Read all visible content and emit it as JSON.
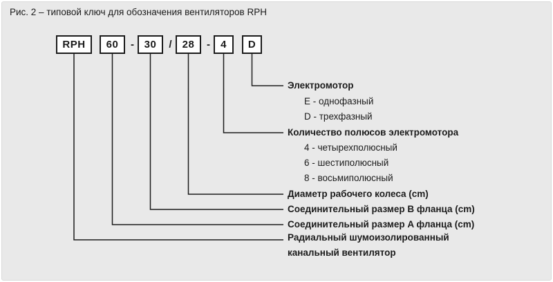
{
  "title": "Рис. 2 – типовой ключ для обозначения вентиляторов RPH",
  "code": {
    "series": "RPH",
    "flange_size_a": "60",
    "sep_dash_1": "-",
    "flange_size_b": "30",
    "sep_slash": "/",
    "wheel_diameter": "28",
    "sep_dash_2": "-",
    "poles": "4",
    "motor": "D"
  },
  "legend": {
    "motor": {
      "label": "Электромотор",
      "items": [
        "E - однофазный",
        "D - трехфазный"
      ]
    },
    "poles": {
      "label": "Количество полюсов электромотора",
      "items": [
        "4 - четырехполюсный",
        "6 - шестиполюсный",
        "8 - восьмиполюсный"
      ]
    },
    "wheel_diameter": {
      "label": "Диаметр рабочего колеса (cm)"
    },
    "flange_size_b": {
      "label": "Соединительный размер B фланца (cm)"
    },
    "flange_size_a": {
      "label": "Соединительный размер A фланца (cm)"
    },
    "series": {
      "label": "Радиальный шумоизолированный канальный вентилятор"
    }
  },
  "colors": {
    "background": "#e9e9e9",
    "line": "#1b1b1b",
    "box_fill": "#ffffff"
  }
}
